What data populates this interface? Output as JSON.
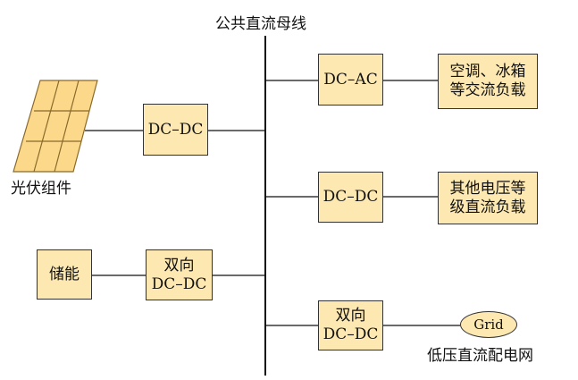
{
  "bus_label": "公共直流母线",
  "pv": {
    "label": "光伏组件"
  },
  "storage": {
    "label": "储能"
  },
  "converters": {
    "pv_dcdc": "DC–DC",
    "storage_bidir": "双向\nDC–DC",
    "dcac": "DC–AC",
    "dcdc_low": "DC–DC",
    "grid_bidir": "双向\nDC–DC"
  },
  "loads": {
    "ac_load": "空调、冰箱\n等交流负载",
    "dc_load": "其他电压等\n级直流负载"
  },
  "grid": {
    "text": "Grid",
    "caption": "低压直流配电网"
  },
  "colors": {
    "box_fill": "#fde8b1",
    "line": "#111111",
    "panel_fill": "#fcd98a"
  }
}
